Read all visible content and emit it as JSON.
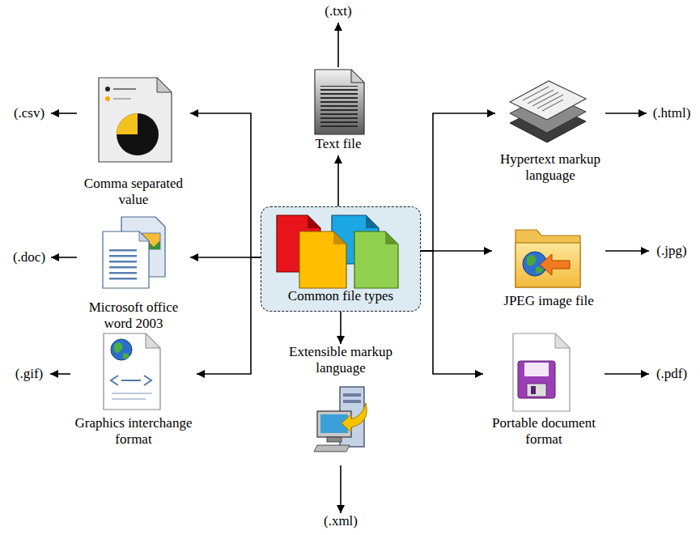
{
  "diagram": {
    "nodes": [
      {
        "text": [
          "Common file types"
        ]
      },
      {
        "text": [
          "Text file"
        ]
      },
      {
        "text": [
          "(.txt)"
        ]
      },
      {
        "text": [
          "Comma separated value"
        ]
      },
      {
        "text": [
          "(.csv)"
        ]
      },
      {
        "text": [
          "Microsoft office word 2003"
        ]
      },
      {
        "text": [
          "(.doc)"
        ]
      },
      {
        "text": [
          "Graphics interchange format"
        ]
      },
      {
        "text": [
          "(.gif)"
        ]
      },
      {
        "text": [
          "Hypertext markup language"
        ]
      },
      {
        "text": [
          "(.html)"
        ]
      },
      {
        "text": [
          "JPEG image file"
        ]
      },
      {
        "text": [
          "(.jpg)"
        ]
      },
      {
        "text": [
          "Portable document format"
        ]
      },
      {
        "text": [
          "(.pdf)"
        ]
      },
      {
        "text": [
          "Extensible markup language"
        ]
      },
      {
        "text": [
          "(.xml)"
        ]
      }
    ],
    "edges": [
      {
        "from": 0,
        "to": 1,
        "arrow": "to"
      },
      {
        "from": 1,
        "to": 2,
        "arrow": "to"
      },
      {
        "from": 0,
        "to": 3,
        "arrow": "to"
      },
      {
        "from": 3,
        "to": 4,
        "arrow": "to"
      },
      {
        "from": 0,
        "to": 5,
        "arrow": "to"
      },
      {
        "from": 5,
        "to": 6,
        "arrow": "to"
      },
      {
        "from": 0,
        "to": 7,
        "arrow": "to"
      },
      {
        "from": 7,
        "to": 8,
        "arrow": "to"
      },
      {
        "from": 0,
        "to": 9,
        "arrow": "to"
      },
      {
        "from": 9,
        "to": 10,
        "arrow": "to"
      },
      {
        "from": 0,
        "to": 11,
        "arrow": "to"
      },
      {
        "from": 11,
        "to": 12,
        "arrow": "to"
      },
      {
        "from": 0,
        "to": 13,
        "arrow": "to"
      },
      {
        "from": 13,
        "to": 14,
        "arrow": "to"
      },
      {
        "from": 0,
        "to": 15,
        "arrow": "to"
      },
      {
        "from": 15,
        "to": 16,
        "arrow": "to"
      }
    ]
  }
}
